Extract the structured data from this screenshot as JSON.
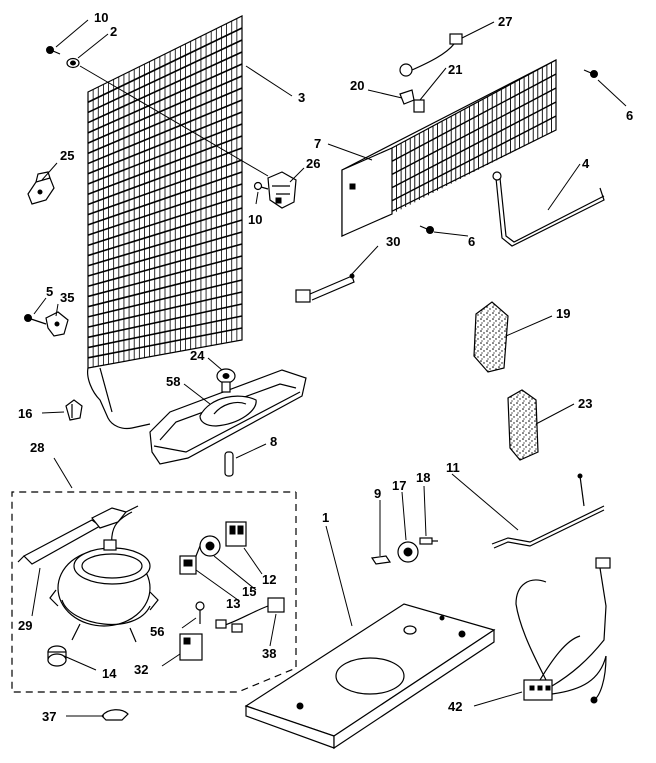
{
  "top_caption": "",
  "parts": [
    {
      "key": "condenser",
      "number": "3"
    },
    {
      "key": "condenser-screw",
      "number": "10"
    },
    {
      "key": "condenser-grommet",
      "number": "2"
    },
    {
      "key": "condenser-bracket",
      "number": "25"
    },
    {
      "key": "condenser-clip",
      "number": "26"
    },
    {
      "key": "clip-screw",
      "number": "10"
    },
    {
      "key": "mount-screw",
      "number": "5"
    },
    {
      "key": "mount-clip",
      "number": "35"
    },
    {
      "key": "tube-clamp",
      "number": "16"
    },
    {
      "key": "drain-grommet",
      "number": "24"
    },
    {
      "key": "drain-pan-heater",
      "number": "58"
    },
    {
      "key": "drain-tube",
      "number": "8"
    },
    {
      "key": "compressor-kit",
      "number": "28"
    },
    {
      "key": "drier",
      "number": "29"
    },
    {
      "key": "compressor",
      "number": "14"
    },
    {
      "key": "relay",
      "number": "13"
    },
    {
      "key": "overload-clip",
      "number": "15"
    },
    {
      "key": "overload",
      "number": "12"
    },
    {
      "key": "capacitor-screw",
      "number": "56"
    },
    {
      "key": "start-capacitor",
      "number": "32"
    },
    {
      "key": "relay-harness",
      "number": "38"
    },
    {
      "key": "clip-37",
      "number": "37"
    },
    {
      "key": "thermostat-harness",
      "number": "27"
    },
    {
      "key": "defrost-sensor",
      "number": "21"
    },
    {
      "key": "clip-20",
      "number": "20"
    },
    {
      "key": "evaporator",
      "number": "7"
    },
    {
      "key": "screw-6-top",
      "number": "6"
    },
    {
      "key": "heater",
      "number": "4"
    },
    {
      "key": "screw-6-bottom",
      "number": "6"
    },
    {
      "key": "harness-30",
      "number": "30"
    },
    {
      "key": "insulation-19",
      "number": "19"
    },
    {
      "key": "insulation-23",
      "number": "23"
    },
    {
      "key": "base-plate",
      "number": "1"
    },
    {
      "key": "washer-9",
      "number": "9"
    },
    {
      "key": "grommet-17",
      "number": "17"
    },
    {
      "key": "bolt-18",
      "number": "18"
    },
    {
      "key": "tube-11",
      "number": "11"
    },
    {
      "key": "wiring-harness",
      "number": "42"
    }
  ]
}
